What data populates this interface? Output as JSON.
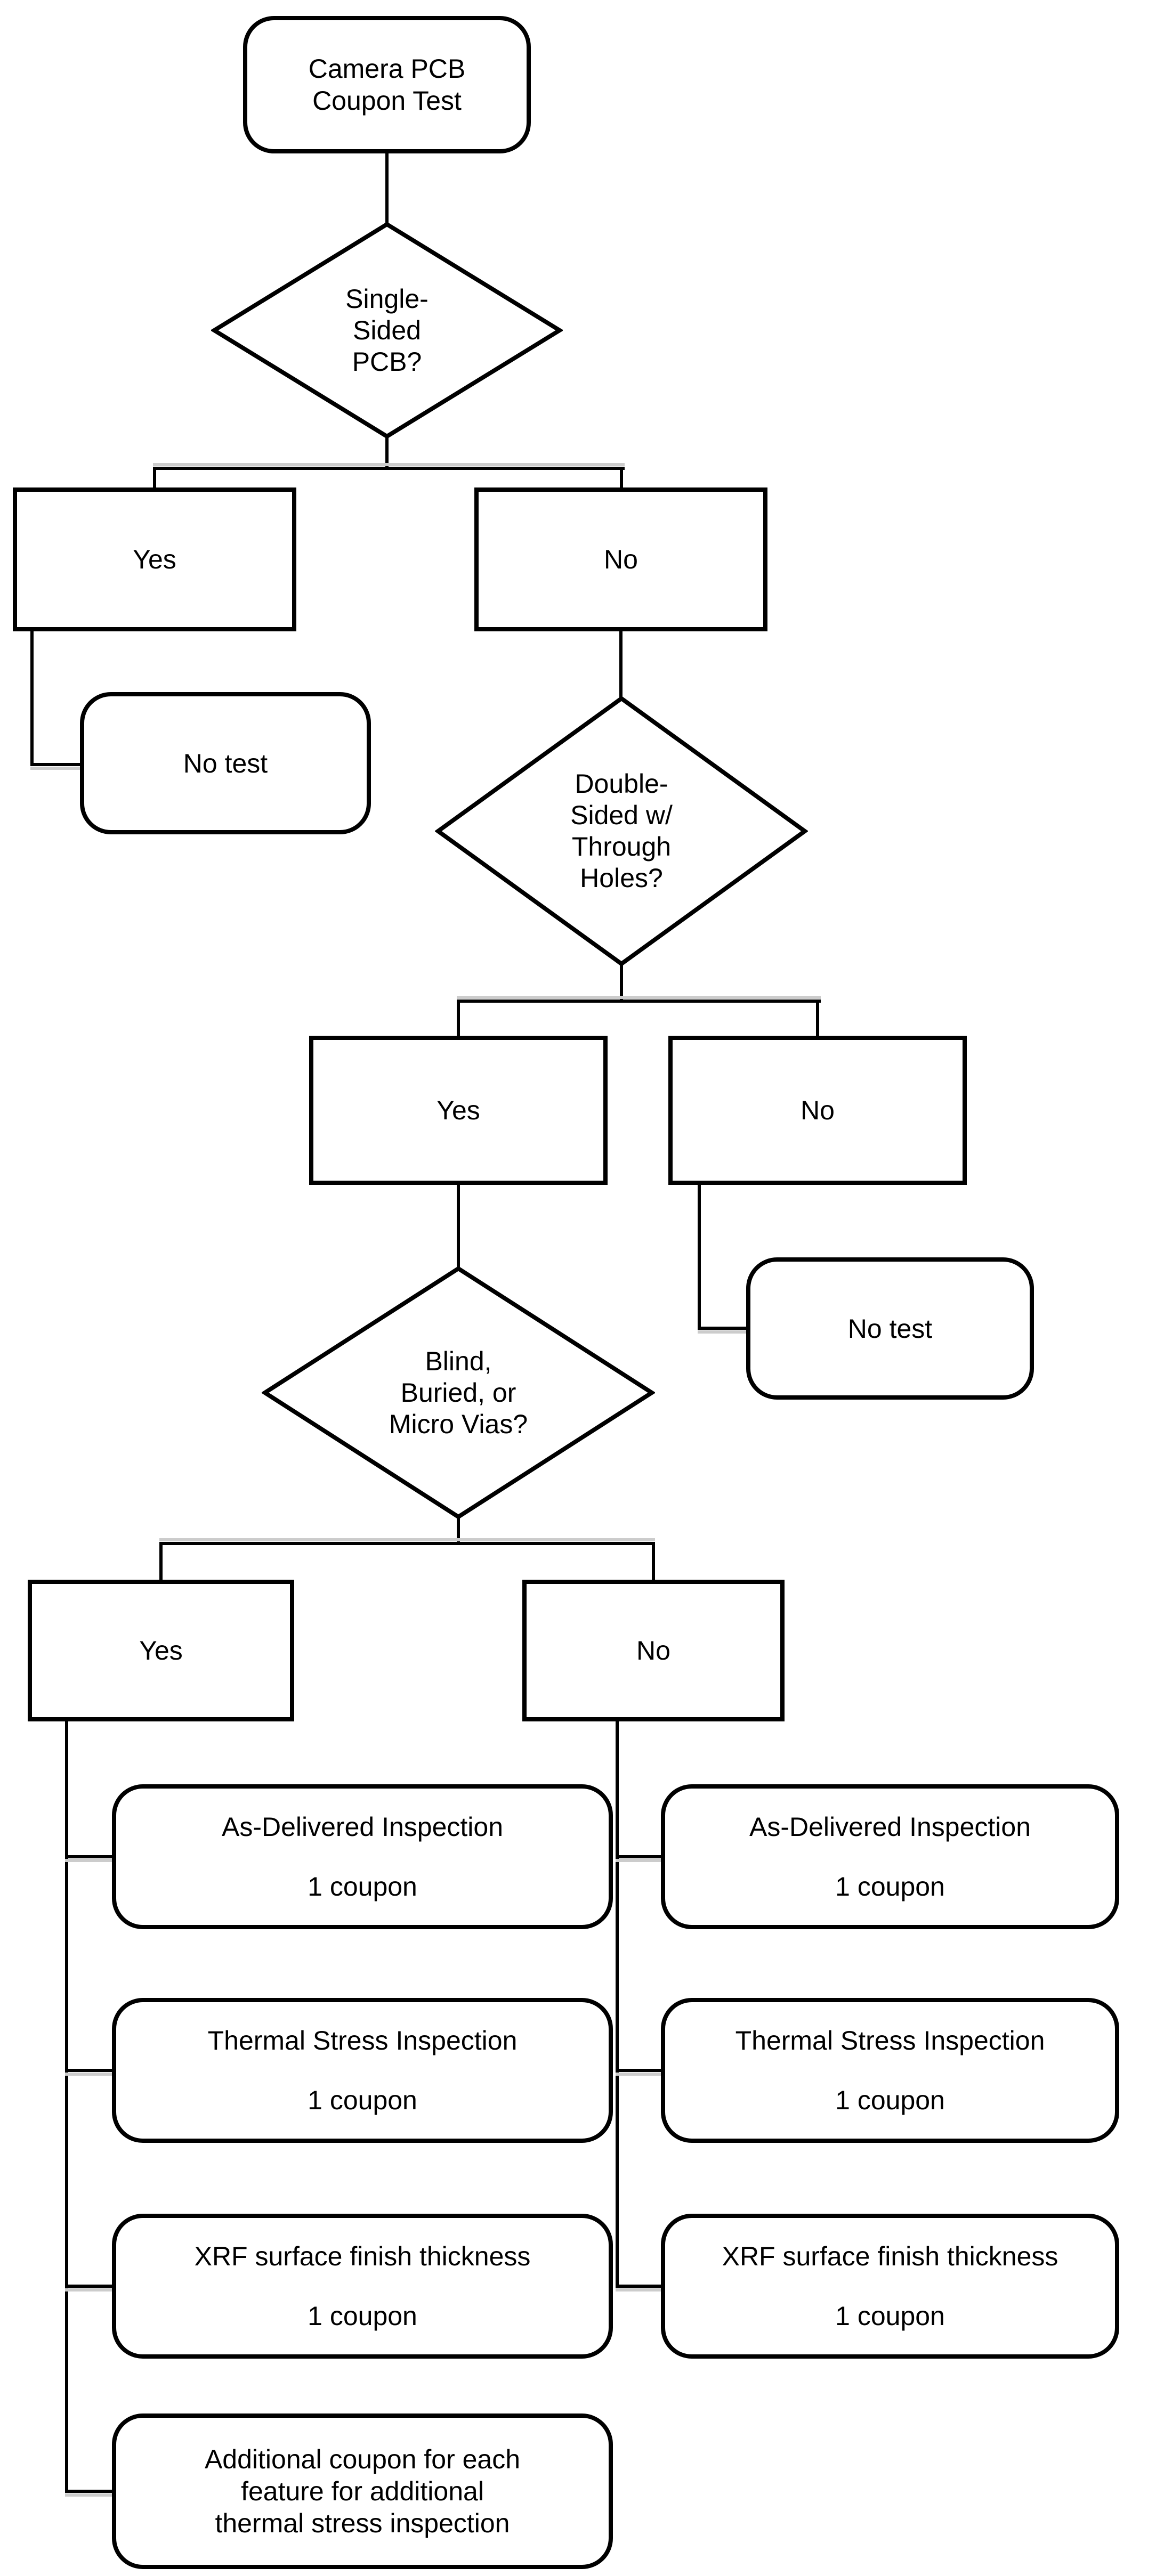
{
  "diagram": {
    "colors": {
      "background": "#ffffff",
      "stroke": "#000000",
      "connector_shadow": "#cccccc"
    },
    "start": {
      "lines": [
        "Camera PCB",
        "Coupon Test"
      ]
    },
    "decision_single_sided": {
      "lines": [
        "Single-",
        "Sided",
        "PCB?"
      ]
    },
    "branch_single_sided": {
      "yes": "Yes",
      "no": "No",
      "no_test": "No test"
    },
    "decision_double_sided": {
      "lines": [
        "Double-",
        "Sided w/",
        "Through",
        "Holes?"
      ]
    },
    "branch_double_sided": {
      "yes": "Yes",
      "no": "No",
      "no_test": "No test"
    },
    "decision_vias": {
      "lines": [
        "Blind,",
        "Buried, or",
        "Micro Vias?"
      ]
    },
    "branch_vias": {
      "yes": "Yes",
      "no": "No"
    },
    "vias_yes_outcomes": [
      {
        "title": "As-Delivered Inspection",
        "qty": "1 coupon"
      },
      {
        "title": "Thermal Stress Inspection",
        "qty": "1 coupon"
      },
      {
        "title": "XRF surface finish thickness",
        "qty": "1 coupon"
      },
      {
        "lines": [
          "Additional coupon for each",
          "feature for additional",
          "thermal stress inspection"
        ]
      }
    ],
    "vias_no_outcomes": [
      {
        "title": "As-Delivered Inspection",
        "qty": "1 coupon"
      },
      {
        "title": "Thermal Stress Inspection",
        "qty": "1 coupon"
      },
      {
        "title": "XRF surface finish thickness",
        "qty": "1 coupon"
      }
    ]
  }
}
